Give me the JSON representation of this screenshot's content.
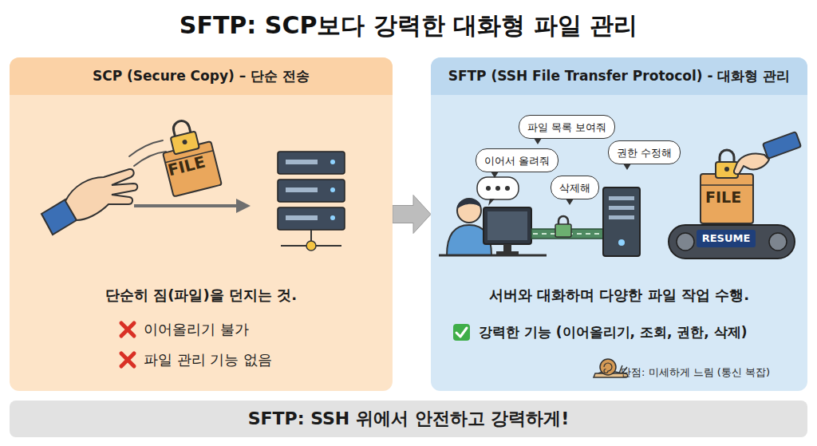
{
  "diagram": {
    "title": "SFTP: SCP보다 강력한 대화형 파일 관리",
    "nodes": [
      {
        "text": [
          "SCP (Secure Copy) – 단순 전송",
          "단순히 짐(파일)을 던지는 것."
        ]
      },
      {
        "text": [
          "SFTP (SSH File Transfer Protocol) - 대화형 관리",
          "서버와 대화하며 다양한 파일 작업 수행."
        ]
      },
      {
        "text": [
          "파일 목록 보여줘"
        ],
        "in": 1
      },
      {
        "text": [
          "이어서 올려줘"
        ],
        "in": 1
      },
      {
        "text": [
          "권한 수정해"
        ],
        "in": 1
      },
      {
        "text": [
          "삭제해"
        ],
        "in": 1
      },
      {
        "text": [
          "SFTP: SSH 위에서 안전하고 강력하게!"
        ]
      }
    ],
    "edges": [
      {
        "from": 0,
        "to": 1,
        "arrow": "to"
      }
    ],
    "labels": [
      "FILE",
      "이어올리기 불가",
      "파일 관리 기능 없음",
      "FILE",
      "RESUME",
      "강력한 기능 (이어올리기, 조회, 권한, 삭제)",
      "단점: 미세하게 느림 (통신 복잡)"
    ]
  }
}
